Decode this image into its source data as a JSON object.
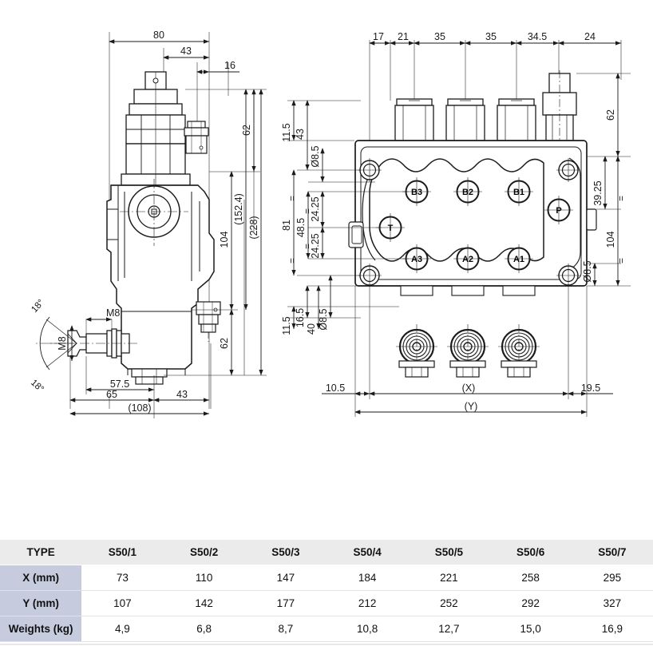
{
  "document": {
    "kind": "technical-dimension-drawing",
    "subject": "S50 hydraulic directional control valve"
  },
  "left_view": {
    "name": "side-elevation-view",
    "dimensions_top": [
      "80",
      "43",
      "16"
    ],
    "dimensions_right": [
      "62",
      "104",
      "(152.4)",
      "(228)",
      "62"
    ],
    "dimensions_bottom": [
      "57.5",
      "65",
      "43",
      "(108)"
    ],
    "thread_labels": [
      "M8",
      "M8"
    ],
    "angle_labels": [
      "18°",
      "18°"
    ]
  },
  "right_view": {
    "name": "top-plan-view",
    "dimensions_top": [
      "17",
      "21",
      "35",
      "35",
      "34.5",
      "24"
    ],
    "dimensions_left": [
      "11.5",
      "43",
      "Ø8.5",
      "81",
      "48.5",
      "24.25",
      "24.25",
      "16.5",
      "40",
      "Ø8.5",
      "11.5"
    ],
    "dimensions_right": [
      "62",
      "39.25",
      "104",
      "Ø8.5"
    ],
    "dimensions_bottom": [
      "10.5",
      "(X)",
      "19.5",
      "(Y)"
    ],
    "equal_marks": [
      "=",
      "=",
      "=",
      "=",
      "=",
      "="
    ],
    "ports": [
      {
        "label": "B3"
      },
      {
        "label": "B2"
      },
      {
        "label": "B1"
      },
      {
        "label": "P"
      },
      {
        "label": "T"
      },
      {
        "label": "A3"
      },
      {
        "label": "A2"
      },
      {
        "label": "A1"
      }
    ]
  },
  "table": {
    "name": "specifications-table",
    "headers": [
      "TYPE",
      "S50/1",
      "S50/2",
      "S50/3",
      "S50/4",
      "S50/5",
      "S50/6",
      "S50/7"
    ],
    "rows": [
      {
        "label": "X (mm)",
        "values": [
          "73",
          "110",
          "147",
          "184",
          "221",
          "258",
          "295"
        ]
      },
      {
        "label": "Y (mm)",
        "values": [
          "107",
          "142",
          "177",
          "212",
          "252",
          "292",
          "327"
        ]
      },
      {
        "label": "Weights (kg)",
        "values": [
          "4,9",
          "6,8",
          "8,7",
          "10,8",
          "12,7",
          "15,0",
          "16,9"
        ]
      }
    ]
  },
  "colors": {
    "header_bg": "#ebebeb",
    "label_col_bg": "#c6ccdd",
    "line": "#1b1b1b",
    "page_bg": "#ffffff"
  }
}
